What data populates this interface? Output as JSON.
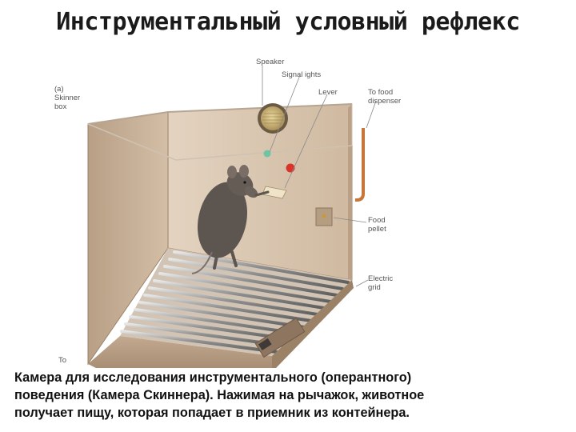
{
  "slide": {
    "title": "Инструментальный условный рефлекс"
  },
  "figure": {
    "panel_label": "(a)\nSkinner\nbox",
    "labels": {
      "speaker": "Speaker",
      "signal_lights": "Signal ights",
      "lever": "Lever",
      "food_dispenser": "To food\ndispenser",
      "food_pellet": "Food\npellet",
      "electric_grid": "Electric\ngrid",
      "bottom_cut": "To"
    },
    "colors": {
      "box_wall": "#c9b39b",
      "box_back": "#d8c6b0",
      "grid_bar": "#9a9a9a",
      "light_green": "#6fc5a3",
      "light_red": "#d8342c",
      "tube": "#c7763a"
    }
  },
  "caption": {
    "line1": "Камера для исследования инструментального (оперантного)",
    "line2": "поведения (Камера Скиннера). Нажимая на рычажок, животное",
    "line3": "получает пищу, которая попадает в приемник из контейнера."
  }
}
